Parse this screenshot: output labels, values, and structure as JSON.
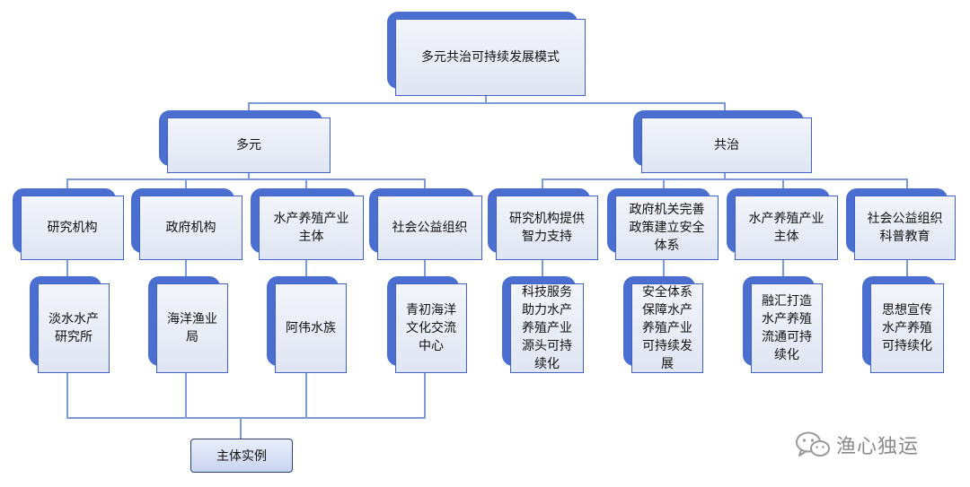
{
  "root": {
    "label": "多元共治可持续发展模式"
  },
  "left_group": {
    "label": "多元"
  },
  "right_group": {
    "label": "共治"
  },
  "left_categories": [
    {
      "label": "研究机构"
    },
    {
      "label": "政府机构"
    },
    {
      "label": "水产养殖产业\n主体"
    },
    {
      "label": "社会公益组织"
    }
  ],
  "left_examples": [
    {
      "label": "淡水水产\n研究所"
    },
    {
      "label": "海洋渔业\n局"
    },
    {
      "label": "阿伟水族"
    },
    {
      "label": "青初海洋\n文化交流\n中心"
    }
  ],
  "right_categories": [
    {
      "label": "研究机构提供\n智力支持"
    },
    {
      "label": "政府机关完善\n政策建立安全\n体系"
    },
    {
      "label": "水产养殖产业\n主体"
    },
    {
      "label": "社会公益组织\n科普教育"
    }
  ],
  "right_examples": [
    {
      "label": "科技服务\n助力水产\n养殖产业\n源头可持\n续化"
    },
    {
      "label": "安全体系\n保障水产\n养殖产业\n可持续发\n展"
    },
    {
      "label": "融汇打造\n水产养殖\n流通可持\n续化"
    },
    {
      "label": "思想宣传\n水产养殖\n可持续化"
    }
  ],
  "result_label": "主体实例",
  "watermark": {
    "text": "渔心独运",
    "icon": "wechat-icon"
  },
  "colors": {
    "accent": "#4a6fd1",
    "border": "#3f63c6",
    "connector": "#7c9bd6"
  }
}
